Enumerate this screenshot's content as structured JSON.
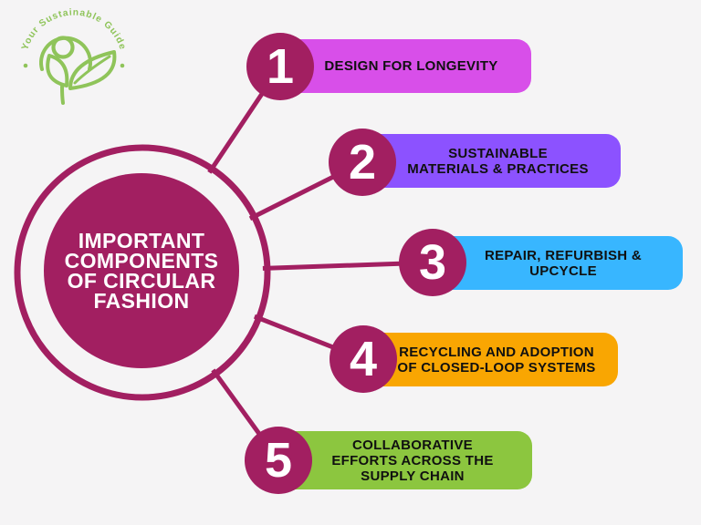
{
  "title": "Important Components of Circular Fashion infographic",
  "colors": {
    "background": "#F5F4F5",
    "magenta": "#A21F61",
    "white": "#FFFFFF",
    "label_text": "#101010",
    "logo_green": "#8FC45A"
  },
  "logo": {
    "text": "Your Sustainable Guide"
  },
  "hub": {
    "lines": [
      "IMPORTANT",
      "COMPONENTS",
      "OF CIRCULAR",
      "FASHION"
    ]
  },
  "items": [
    {
      "number": "1",
      "color": "#D84FE9",
      "lines": [
        "DESIGN FOR LONGEVITY"
      ]
    },
    {
      "number": "2",
      "color": "#8C52FF",
      "lines": [
        "SUSTAINABLE",
        "MATERIALS & PRACTICES"
      ]
    },
    {
      "number": "3",
      "color": "#38B6FF",
      "lines": [
        "REPAIR, REFURBISH &",
        "UPCYCLE"
      ]
    },
    {
      "number": "4",
      "color": "#F9A602",
      "lines": [
        "RECYCLING AND ADOPTION",
        "OF CLOSED-LOOP SYSTEMS"
      ]
    },
    {
      "number": "5",
      "color": "#8CC63F",
      "lines": [
        "COLLABORATIVE",
        "EFFORTS ACROSS THE",
        "SUPPLY CHAIN"
      ]
    }
  ]
}
